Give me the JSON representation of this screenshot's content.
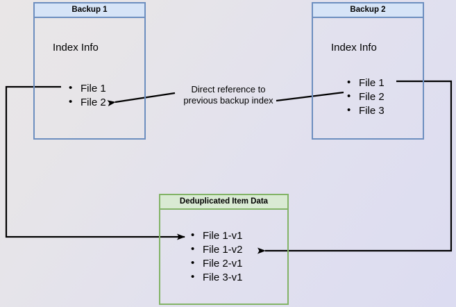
{
  "diagram": {
    "title_hidden": "",
    "background": {
      "from": "#e9e6e7",
      "to": "#dcdcf1"
    },
    "colors": {
      "blue_border": "#6c8ebf",
      "blue_header": "#d6e4f7",
      "green_border": "#82b366",
      "green_header": "#d9ead3",
      "edge": "#000000"
    }
  },
  "nodes": {
    "backup1": {
      "header": "Backup 1",
      "index_label": "Index Info",
      "items": [
        "File 1",
        "File 2"
      ]
    },
    "backup2": {
      "header": "Backup 2",
      "index_label": "Index Info",
      "items": [
        "File 1",
        "File 2",
        "File 3"
      ]
    },
    "dedup": {
      "header": "Deduplicated Item Data",
      "items": [
        "File 1-v1",
        "File 1-v2",
        "File 2-v1",
        "File 3-v1"
      ]
    }
  },
  "edges": {
    "direct_reference_caption": "Direct reference to\nprevious backup index",
    "list": [
      {
        "name": "backup2-index-to-backup1-index",
        "from": "backup2.items.1",
        "to": "backup1.items.1",
        "arrow": "left"
      },
      {
        "name": "backup1-file1-to-dedup-file1v1",
        "from": "backup1.items.0",
        "to": "dedup.items.0",
        "arrow": "right"
      },
      {
        "name": "backup2-file1-to-dedup-file1v2",
        "from": "backup2.items.0",
        "to": "dedup.items.1",
        "arrow": "left"
      }
    ]
  }
}
